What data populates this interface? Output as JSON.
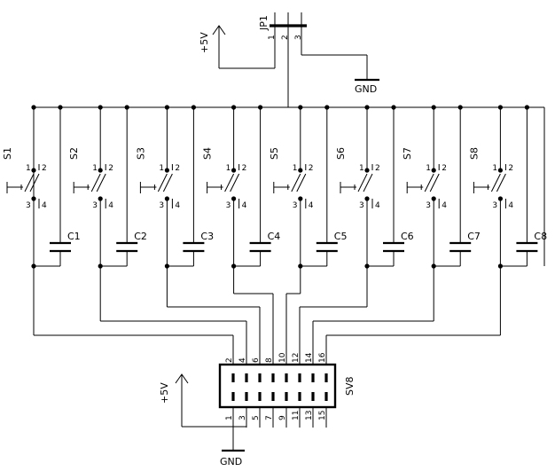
{
  "power": {
    "vcc_label": "+5V",
    "gnd_label": "GND"
  },
  "jumper": {
    "name": "JP1",
    "pins": [
      "1",
      "2",
      "3"
    ]
  },
  "switch_pins": [
    "1",
    "2",
    "3",
    "4"
  ],
  "channels": [
    {
      "switch": "S1",
      "cap": "C1"
    },
    {
      "switch": "S2",
      "cap": "C2"
    },
    {
      "switch": "S3",
      "cap": "C3"
    },
    {
      "switch": "S4",
      "cap": "C4"
    },
    {
      "switch": "S5",
      "cap": "C5"
    },
    {
      "switch": "S6",
      "cap": "C6"
    },
    {
      "switch": "S7",
      "cap": "C7"
    },
    {
      "switch": "S8",
      "cap": "C8"
    }
  ],
  "connector": {
    "name": "SV8",
    "top_pins": [
      "2",
      "4",
      "6",
      "8",
      "10",
      "12",
      "14",
      "16"
    ],
    "bottom_pins": [
      "1",
      "3",
      "5",
      "7",
      "9",
      "11",
      "13",
      "15"
    ]
  }
}
